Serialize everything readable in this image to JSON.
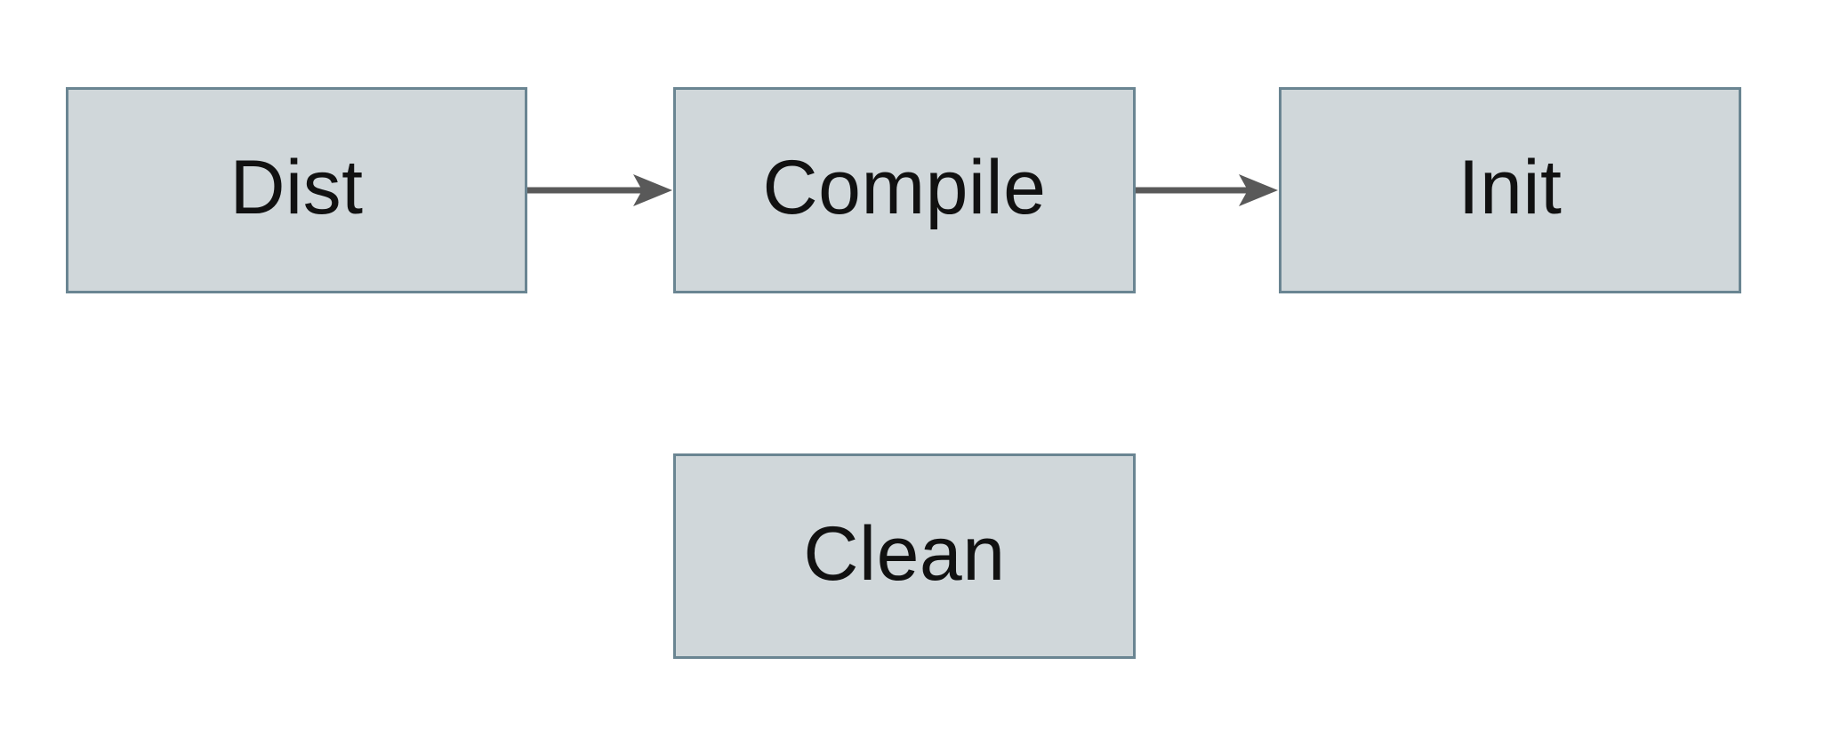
{
  "diagram": {
    "title": "",
    "nodes": [
      {
        "id": "dist",
        "label": "Dist"
      },
      {
        "id": "compile",
        "label": "Compile"
      },
      {
        "id": "init",
        "label": "Init"
      },
      {
        "id": "clean",
        "label": "Clean"
      }
    ],
    "edges": [
      {
        "from": "dist",
        "to": "compile",
        "style": "solid-arrow"
      },
      {
        "from": "compile",
        "to": "init",
        "style": "solid-arrow"
      }
    ],
    "colors": {
      "node_fill": "#d0d7da",
      "node_border": "#6a8592",
      "arrow": "#595959",
      "text": "#111111",
      "background": "#ffffff"
    }
  }
}
